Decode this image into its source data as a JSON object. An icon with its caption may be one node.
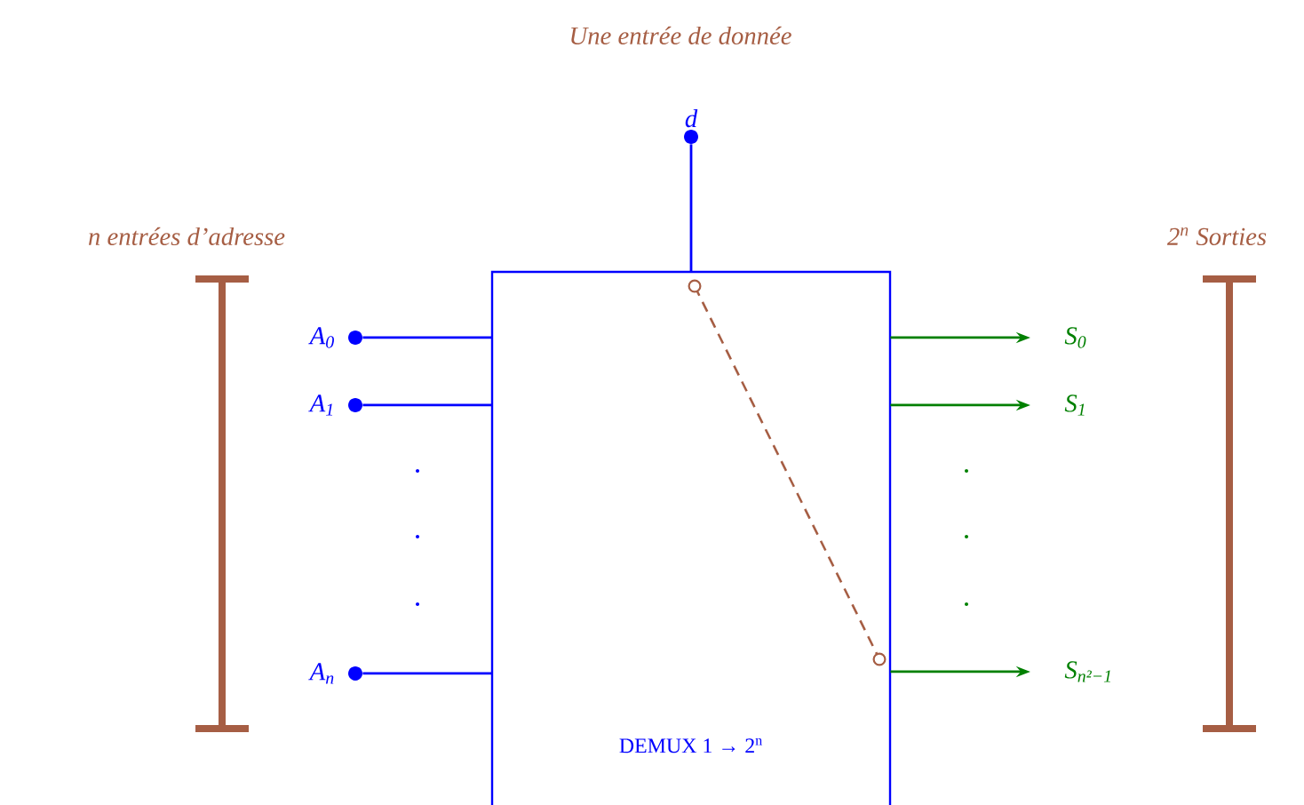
{
  "diagram": {
    "nodes": [
      {
        "text": [
          "DEMUX 1 → 2$^{n}$"
        ]
      },
      {
        "text": [
          "d"
        ]
      },
      {
        "text": [
          "A$_{0}$"
        ]
      },
      {
        "text": [
          "A$_{1}$"
        ]
      },
      {
        "text": [
          "A$_{n}$"
        ]
      },
      {
        "text": [
          "S$_{0}$"
        ]
      },
      {
        "text": [
          "S$_{1}$"
        ]
      },
      {
        "text": [
          "S$_{n²−1}$"
        ]
      }
    ],
    "edges": [
      {
        "from": 1,
        "to": 0,
        "arrow": "none"
      },
      {
        "from": 2,
        "to": 0,
        "arrow": "none"
      },
      {
        "from": 3,
        "to": 0,
        "arrow": "none"
      },
      {
        "from": 4,
        "to": 0,
        "arrow": "none"
      },
      {
        "from": 0,
        "to": 5,
        "arrow": "to",
        "color": "#008000"
      },
      {
        "from": 0,
        "to": 6,
        "arrow": "to",
        "color": "#008000"
      },
      {
        "from": 0,
        "to": 7,
        "arrow": "to",
        "color": "#008000"
      }
    ],
    "labels": [
      "Une entrée de donnée",
      "n entrées d’adresse",
      "2$^{n}$ Sorties"
    ]
  }
}
